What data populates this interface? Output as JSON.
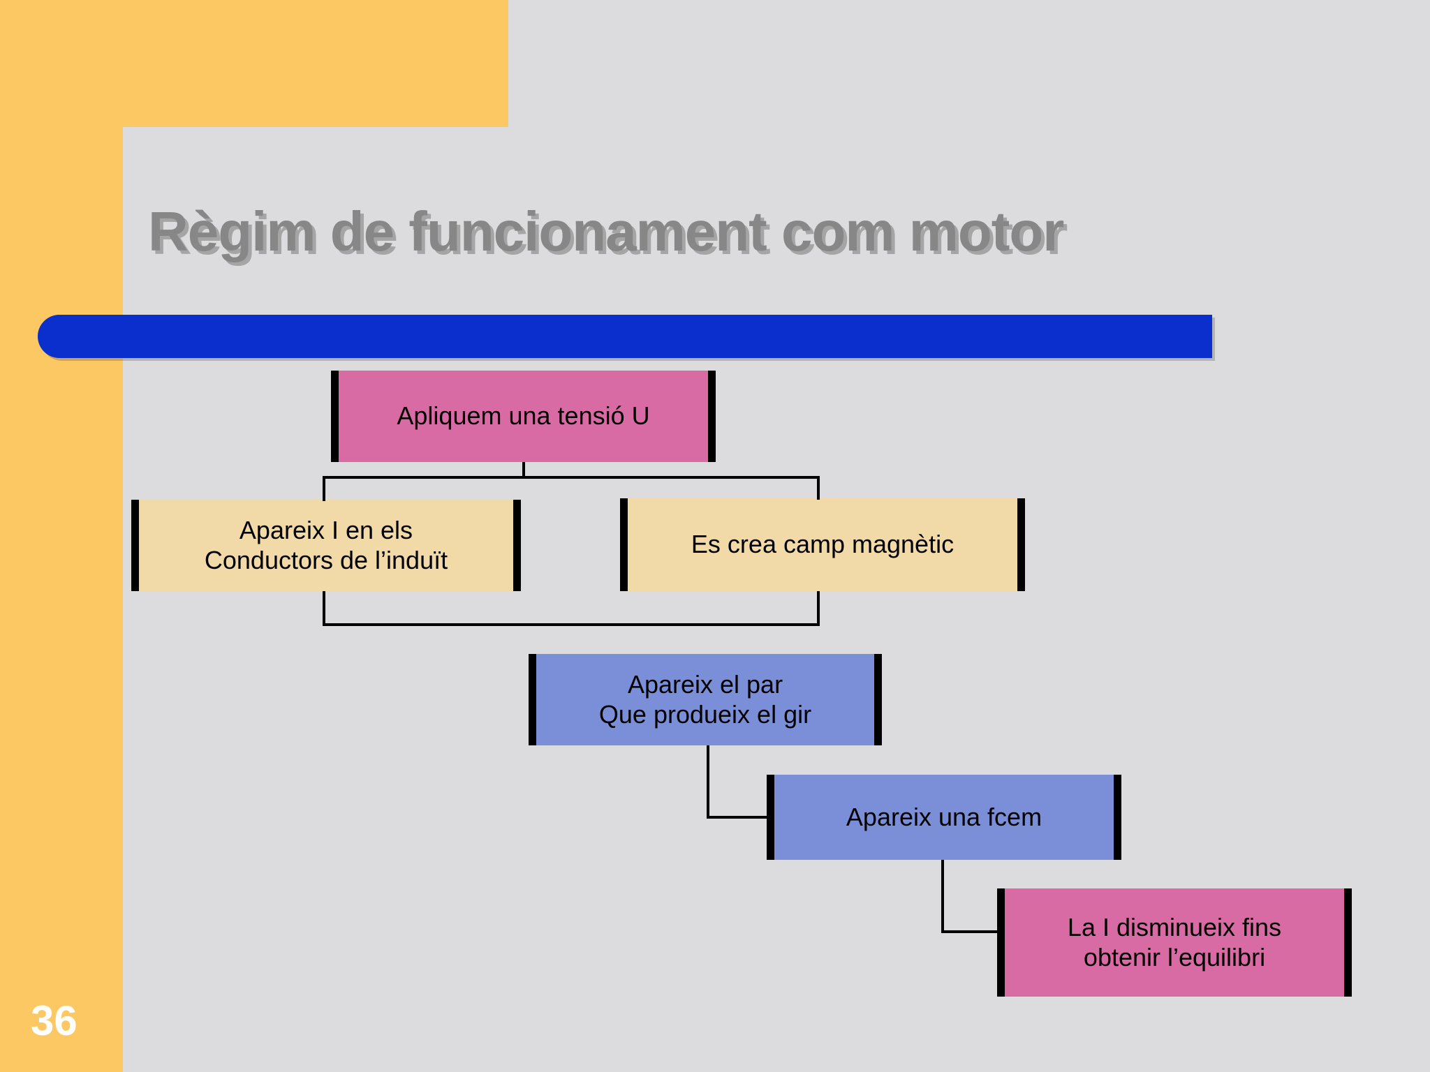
{
  "slide": {
    "title": "Règim de funcionament com motor",
    "page_number": "36",
    "colors": {
      "background": "#dcdcde",
      "accent_orange": "#fcc864",
      "accent_blue_bar": "#0a2fcc",
      "node_pink": "#d96ba4",
      "node_tan": "#f2d9a8",
      "node_blue": "#7b8fd8",
      "title_gray": "#878787",
      "connector_black": "#000000"
    }
  },
  "flowchart": {
    "type": "diagram",
    "nodes": [
      {
        "id": "tensio",
        "color": "pink",
        "lines": [
          "Apliquem una tensió U"
        ]
      },
      {
        "id": "apareix_i",
        "color": "tan",
        "lines": [
          "Apareix I en els",
          "Conductors de l’induït"
        ]
      },
      {
        "id": "camp",
        "color": "tan",
        "lines": [
          "Es crea camp magnètic"
        ]
      },
      {
        "id": "par",
        "color": "blue",
        "lines": [
          "Apareix el par",
          "Que produeix el gir"
        ]
      },
      {
        "id": "fcem",
        "color": "blue",
        "lines": [
          "Apareix una fcem"
        ]
      },
      {
        "id": "equilibri",
        "color": "pink",
        "lines": [
          "La I disminueix fins",
          "obtenir l’equilibri"
        ]
      }
    ],
    "edges": [
      {
        "from": "tensio",
        "to": "apareix_i",
        "style": "split-down"
      },
      {
        "from": "tensio",
        "to": "camp",
        "style": "split-down"
      },
      {
        "from": "apareix_i",
        "to": "par",
        "style": "merge-down"
      },
      {
        "from": "camp",
        "to": "par",
        "style": "merge-down"
      },
      {
        "from": "par",
        "to": "fcem",
        "style": "elbow-right"
      },
      {
        "from": "fcem",
        "to": "equilibri",
        "style": "elbow-right"
      }
    ]
  }
}
